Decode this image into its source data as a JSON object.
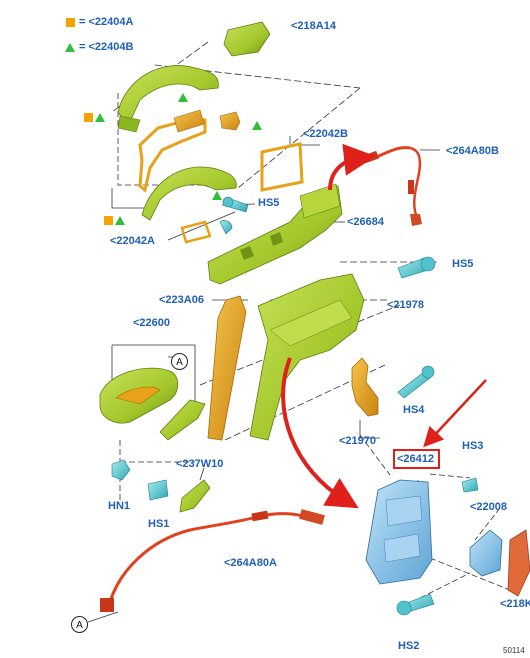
{
  "legend": {
    "square_ref": "= <22404A",
    "triangle_ref": "= <22404B"
  },
  "labels": {
    "l218A14": "<218A14",
    "l22042B": "<22042B",
    "l264A80B": "<264A80B",
    "lHS5a": "HS5",
    "l26684": "<26684",
    "l22042A": "<22042A",
    "lHS5b": "HS5",
    "l223A06": "<223A06",
    "l21978": "<21978",
    "l22600": "<22600",
    "lHS4": "HS4",
    "l21970": "<21970",
    "l26412": "<26412",
    "lHS3": "HS3",
    "l237W10": "<237W10",
    "lHN1": "HN1",
    "lHS1": "HS1",
    "l22008": "<22008",
    "l264A80A": "<264A80A",
    "l218K": "<218K",
    "lHS2": "HS2",
    "circleA1": "A",
    "circleA2": "A",
    "catalog": "50114"
  },
  "colors": {
    "label_blue": "#1f5fb8",
    "legend_orange": "#f4a300",
    "legend_green": "#2fbf3a",
    "part_green": "#a7cc2e",
    "part_orange": "#e8a21a",
    "part_blue": "#8fc7ec",
    "cable_red": "#e0421f",
    "arrow_red": "#e0201b"
  }
}
